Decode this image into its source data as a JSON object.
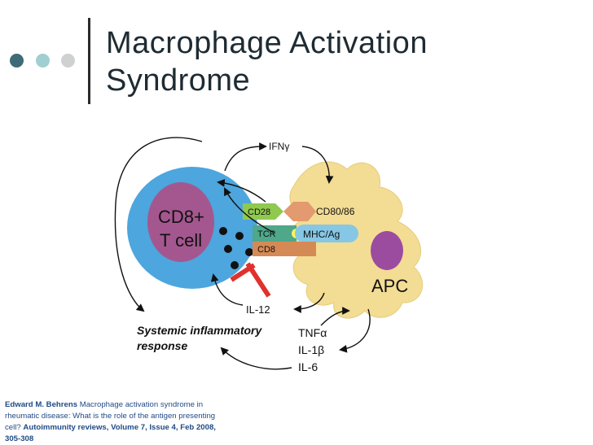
{
  "slide": {
    "title_line1": "Macrophage Activation",
    "title_line2": "Syndrome"
  },
  "diagram": {
    "cd8_cell_line1": "CD8+",
    "cd8_cell_line2": "T cell",
    "apc": "APC",
    "ifn": "IFNγ",
    "cd28": "CD28",
    "cd80_86": "CD80/86",
    "tcr": "TCR",
    "mhc_ag": "MHC/Ag",
    "cd8": "CD8",
    "il12": "IL-12",
    "systemic_line1": "Systemic inflammatory",
    "systemic_line2": "response",
    "tnf": "TNFα",
    "il1": "IL-1β",
    "il6": "IL-6"
  },
  "citation": {
    "author": "Edward M. Behrens",
    "text1": " Macrophage activation syndrome in rheumatic disease: What is the role of the antigen presenting cell? ",
    "journal": "Autoimmunity reviews, Volume 7, Issue 4, Feb 2008,  305-308"
  },
  "colors": {
    "tcell": "#4da6dd",
    "nucleus": "#a4578f",
    "apc_body": "#f3dc94",
    "apc_nucleus": "#9b4c9f",
    "cd28": "#8fc94e",
    "cd80": "#e39a6e",
    "tcr": "#4ea889",
    "mhc": "#86c7e5",
    "cd8": "#d58a55",
    "inhibit": "#e0312c"
  }
}
